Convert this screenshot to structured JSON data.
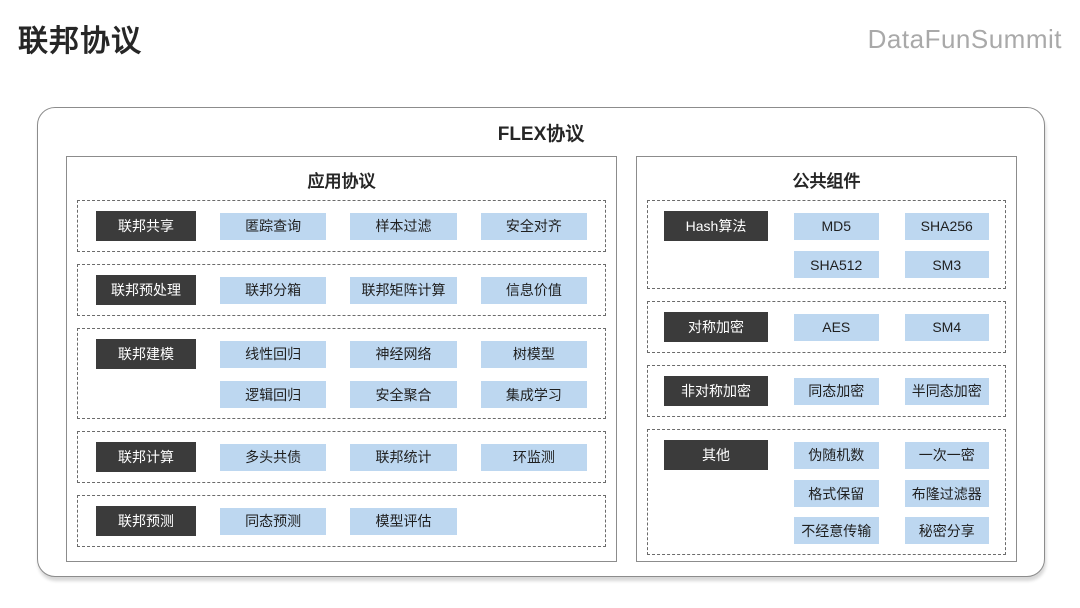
{
  "header": {
    "title": "联邦协议",
    "logo": "DataFunSummit"
  },
  "diagram": {
    "title": "FLEX协议",
    "panels": [
      {
        "id": "application-protocols",
        "title": "应用协议",
        "columns": 3,
        "groups": [
          {
            "label": "联邦共享",
            "rows": [
              [
                "匿踪查询",
                "样本过滤",
                "安全对齐"
              ]
            ]
          },
          {
            "label": "联邦预处理",
            "rows": [
              [
                "联邦分箱",
                "联邦矩阵计算",
                "信息价值"
              ]
            ]
          },
          {
            "label": "联邦建模",
            "rows": [
              [
                "线性回归",
                "神经网络",
                "树模型"
              ],
              [
                "逻辑回归",
                "安全聚合",
                "集成学习"
              ]
            ]
          },
          {
            "label": "联邦计算",
            "rows": [
              [
                "多头共债",
                "联邦统计",
                "环监测"
              ]
            ]
          },
          {
            "label": "联邦预测",
            "rows": [
              [
                "同态预测",
                "模型评估"
              ]
            ]
          }
        ]
      },
      {
        "id": "common-components",
        "title": "公共组件",
        "columns": 2,
        "groups": [
          {
            "label": "Hash算法",
            "rows": [
              [
                "MD5",
                "SHA256"
              ],
              [
                "SHA512",
                "SM3"
              ]
            ]
          },
          {
            "label": "对称加密",
            "rows": [
              [
                "AES",
                "SM4"
              ]
            ]
          },
          {
            "label": "非对称加密",
            "rows": [
              [
                "同态加密",
                "半同态加密"
              ]
            ]
          },
          {
            "label": "其他",
            "rows": [
              [
                "伪随机数",
                "一次一密"
              ],
              [
                "格式保留",
                "布隆过滤器"
              ],
              [
                "不经意传输",
                "秘密分享"
              ]
            ]
          }
        ]
      }
    ]
  },
  "colors": {
    "title_text": "#262626",
    "logo_text": "#a9a9a9",
    "border": "#8c8c8c",
    "dashed_border": "#6b6b6b",
    "label_bg": "#3b3b3b",
    "label_text": "#ffffff",
    "item_bg": "#bdd7f0"
  }
}
